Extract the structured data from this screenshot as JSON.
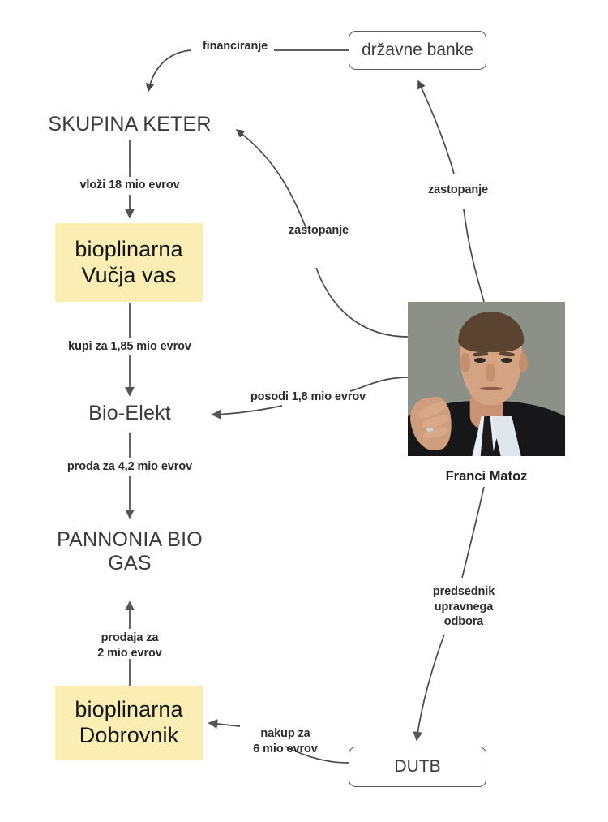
{
  "title": "Franci Matoz bioplinarne shema",
  "colors": {
    "highlight": "#fbeeb4",
    "node_text": "#3b3b3b",
    "edge": "#4a4a4a",
    "label_text": "#2b2b2b"
  },
  "nodes": {
    "drzavne_banke": {
      "label": "državne banke",
      "type": "box"
    },
    "skupina_keter": {
      "label": "SKUPINA KETER",
      "type": "plain"
    },
    "bioplinarna_vucja_vas": {
      "label": "bioplinarna\nVučja vas",
      "type": "highlight"
    },
    "bio_elekt": {
      "label": "Bio-Elekt",
      "type": "plain"
    },
    "pannonia_bio_gas": {
      "label": "PANNONIA\nBIO GAS",
      "type": "plain"
    },
    "bioplinarna_dobrovnik": {
      "label": "bioplinarna\nDobrovnik",
      "type": "highlight"
    },
    "dutb": {
      "label": "DUTB",
      "type": "box"
    }
  },
  "person": {
    "name": "Franci Matoz",
    "photo_alt": "portret-franci-matoz"
  },
  "edges": [
    {
      "id": "financiranje",
      "label": "financiranje",
      "from": "drzavne_banke",
      "to": "skupina_keter"
    },
    {
      "id": "vlozi",
      "label": "vloži 18 mio evrov",
      "from": "skupina_keter",
      "to": "bioplinarna_vucja_vas"
    },
    {
      "id": "kupi",
      "label": "kupi za 1,85 mio evrov",
      "from": "bioplinarna_vucja_vas",
      "to": "bio_elekt"
    },
    {
      "id": "proda",
      "label": "proda za 4,2 mio evrov",
      "from": "bio_elekt",
      "to": "pannonia_bio_gas"
    },
    {
      "id": "prodaja",
      "label": "prodaja za\n2 mio evrov",
      "from": "bioplinarna_dobrovnik",
      "to": "pannonia_bio_gas"
    },
    {
      "id": "nakup",
      "label": "nakup za\n6 mio evrov",
      "from": "dutb",
      "to": "bioplinarna_dobrovnik"
    },
    {
      "id": "zastopanje_keter",
      "label": "zastopanje",
      "from": "person",
      "to": "skupina_keter"
    },
    {
      "id": "zastopanje_banke",
      "label": "zastopanje",
      "from": "person",
      "to": "drzavne_banke"
    },
    {
      "id": "posodi",
      "label": "posodi 1,8 mio evrov",
      "from": "person",
      "to": "bio_elekt"
    },
    {
      "id": "predsednik",
      "label": "predsednik\nupravnega\nodbora",
      "from": "person",
      "to": "dutb"
    }
  ]
}
